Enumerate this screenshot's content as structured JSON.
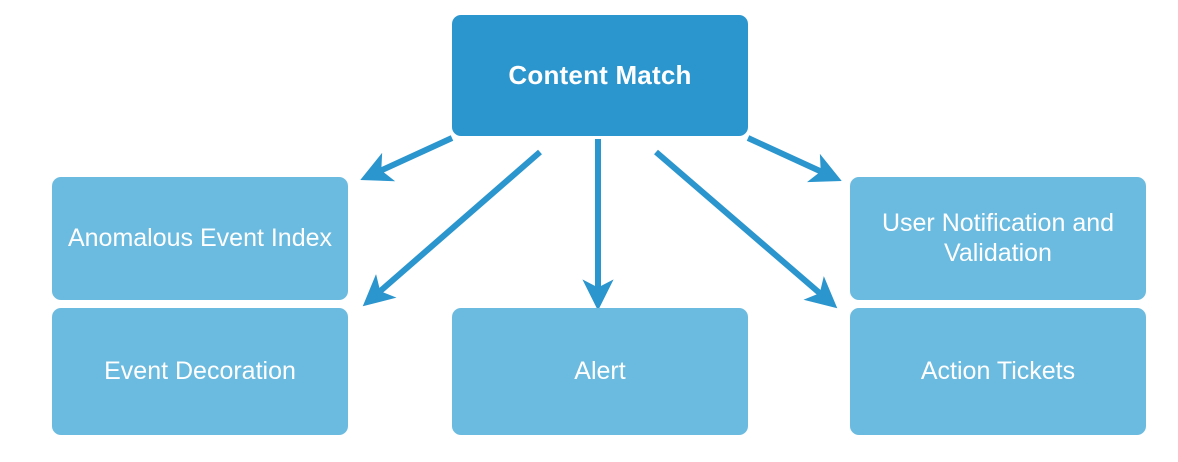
{
  "diagram": {
    "title": "Content Match",
    "background_color": "#ffffff",
    "root": {
      "label": "Content Match",
      "color": "#2b95ce",
      "text_color": "#ffffff"
    },
    "node_color": "#6bbbe0",
    "arrow_color": "#2b95ce",
    "nodes": [
      {
        "id": "anomalous-event-index",
        "label": "Anomalous Event Index",
        "column": "left",
        "row": 1
      },
      {
        "id": "user-notification-and-validation",
        "label": "User Notification and Validation",
        "column": "right",
        "row": 1
      },
      {
        "id": "event-decoration",
        "label": "Event Decoration",
        "column": "left",
        "row": 2
      },
      {
        "id": "alert",
        "label": "Alert",
        "column": "center",
        "row": 2
      },
      {
        "id": "action-tickets",
        "label": "Action Tickets",
        "column": "right",
        "row": 2
      }
    ],
    "edges": [
      {
        "from": "Content Match",
        "to": "Anomalous Event Index",
        "direction": "down-left"
      },
      {
        "from": "Content Match",
        "to": "Event Decoration",
        "direction": "down-left-long"
      },
      {
        "from": "Content Match",
        "to": "Alert",
        "direction": "down"
      },
      {
        "from": "Content Match",
        "to": "User Notification and Validation",
        "direction": "down-right"
      },
      {
        "from": "Content Match",
        "to": "Action Tickets",
        "direction": "down-right-long"
      }
    ]
  }
}
